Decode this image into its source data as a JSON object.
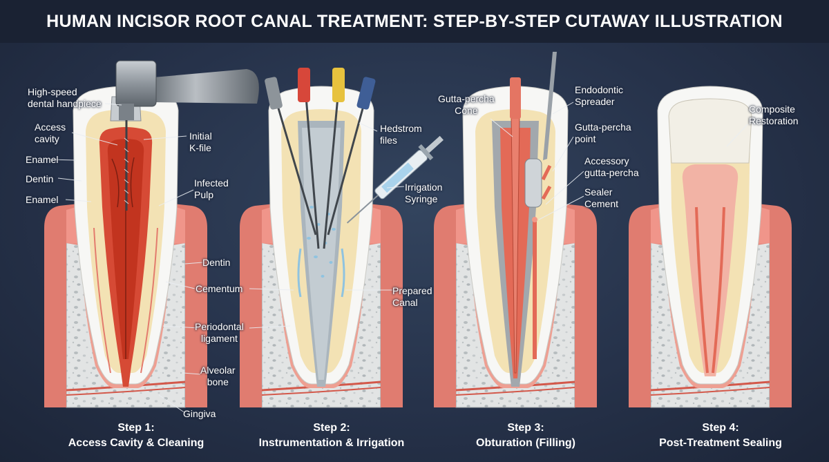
{
  "title": "HUMAN INCISOR ROOT CANAL TREATMENT: STEP-BY-STEP CUTAWAY ILLUSTRATION",
  "steps": [
    {
      "number": "Step 1:",
      "name": "Access Cavity & Cleaning"
    },
    {
      "number": "Step 2:",
      "name": "Instrumentation & Irrigation"
    },
    {
      "number": "Step 3:",
      "name": "Obturation (Filling)"
    },
    {
      "number": "Step 4:",
      "name": "Post-Treatment Sealing"
    }
  ],
  "labels": {
    "handpiece": "High-speed\ndental handpiece",
    "access_cavity": "Access\ncavity",
    "enamel_1": "Enamel",
    "dentin_1": "Dentin",
    "enamel_2": "Enamel",
    "initial_kfile": "Initial\nK-file",
    "infected_pulp": "Infected\nPulp",
    "dentin_2": "Dentin",
    "cementum": "Cementum",
    "periodontal": "Periodontal\nligament",
    "alveolar": "Alveolar\nbone",
    "gingiva": "Gingiva",
    "hedstrom": "Hedstrom\nfiles",
    "syringe": "Irrigation\nSyringe",
    "prepared": "Prepared\nCanal",
    "gp_cone": "Gutta-percha\nCone",
    "spreader": "Endodontic\nSpreader",
    "gp_point": "Gutta-percha\npoint",
    "accessory": "Accessory\ngutta-percha",
    "sealer": "Sealer\nCement",
    "composite": "Composite\nRestoration"
  },
  "colors": {
    "title_bg": "#1a2233",
    "background": "#2b3850",
    "gum": "#e8837a",
    "bone": "#dfe1e1",
    "enamel": "#f7f7f5",
    "dentin": "#f3e2b4",
    "pulp_infected": "#d64a35",
    "pulp_healthy": "#f2b3a5",
    "gutta_percha": "#e36a57",
    "irrigant": "#8fc3e0"
  }
}
